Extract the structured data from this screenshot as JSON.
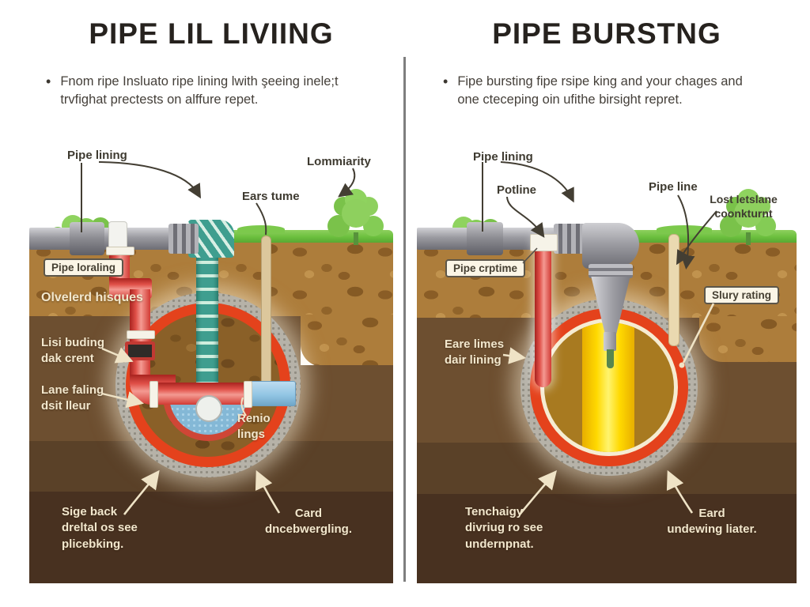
{
  "left": {
    "title": "PIPE LIL LIVIING",
    "bullet": "Fnom ripe Insluato ripe lining lwith şeeing inele;t\ntrvfighat prectests on alffure repet.",
    "labels": {
      "pipe_lining": "Pipe lining",
      "ears_tume": "Ears tume",
      "lommiarity": "Lommiarity",
      "pipe_loraling_box": "Pipe loraling",
      "olvelerd": "Olvelerd hisques",
      "lisi_buding": "Lisi buding\ndak crent",
      "lane_faling": "Lane faling\ndsit lleur",
      "renio_lings": "Renio\nlings",
      "sige_back": "Sige back\ndreltal os see\nplicebking.",
      "card": "Card\ndncebwergling."
    }
  },
  "right": {
    "title": "PIPE BURSTNG",
    "bullet": "Fipe bursting fipe rsipe king and your chages and\none cteceping oin ufithe birsight repret.",
    "labels": {
      "pipe_lining": "Pipe lining",
      "potline": "Potline",
      "pipe_line": "Pipe line",
      "lost_letslane": "Lost letslane\ncoonkturnt",
      "pipe_crptime_box": "Pipe crptime",
      "slury_rating_box": "Slury rating",
      "eare_limes": "Eare limes\ndair lining",
      "tenchaigy": "Tenchaigy\ndivriug ro see\nundernpnat.",
      "eard": "Eard\nundewing liater."
    }
  },
  "bullet_glyph": "•",
  "palette": {
    "grass": "#6cbf3e",
    "bush": "#8ed05e",
    "topsoil": "#ad7d3b",
    "midsoil": "#6d4f30",
    "darksoil": "#5a4128",
    "deepsoil": "#483120",
    "pipe_gray": "#9a9aa0",
    "pipe_red": "#d63c35",
    "pipe_teal": "#3f9e8f",
    "pipe_blue": "#93c6e4",
    "ring_gray": "#b6b2a8",
    "ring_red": "#e4421c",
    "yellow_band": "#ffd900",
    "label_cream": "#f2e7cd",
    "label_dark": "#3e3a30"
  }
}
